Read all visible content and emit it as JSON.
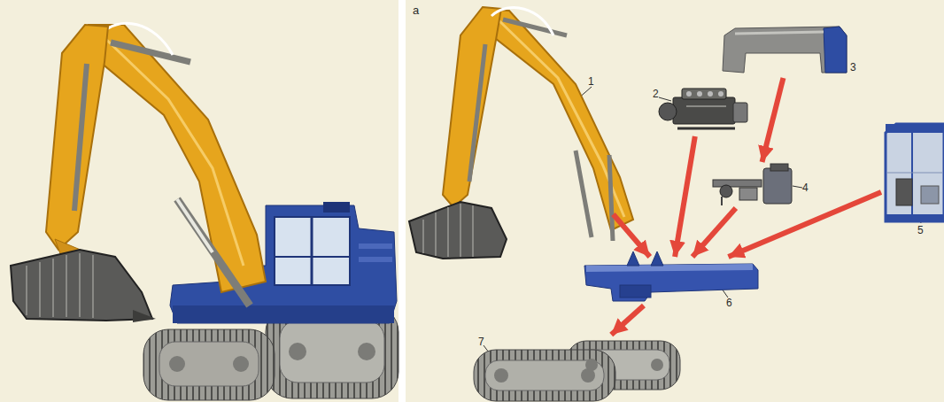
{
  "diagram": {
    "nodes": [
      {
        "text": [
          "1"
        ]
      },
      {
        "text": [
          "2"
        ]
      },
      {
        "text": [
          "3"
        ]
      },
      {
        "text": [
          "4"
        ]
      },
      {
        "text": [
          "5"
        ]
      },
      {
        "text": [
          "6"
        ]
      },
      {
        "text": [
          "7"
        ]
      }
    ],
    "edges": [
      {
        "from": 0,
        "to": 5,
        "arrow": "to"
      },
      {
        "from": 1,
        "to": 5,
        "arrow": "to"
      },
      {
        "from": 2,
        "to": 3,
        "arrow": "to"
      },
      {
        "from": 3,
        "to": 5,
        "arrow": "to"
      },
      {
        "from": 4,
        "to": 5,
        "arrow": "to"
      },
      {
        "from": 5,
        "to": 6,
        "arrow": "to"
      }
    ],
    "labels": [
      "a"
    ]
  }
}
